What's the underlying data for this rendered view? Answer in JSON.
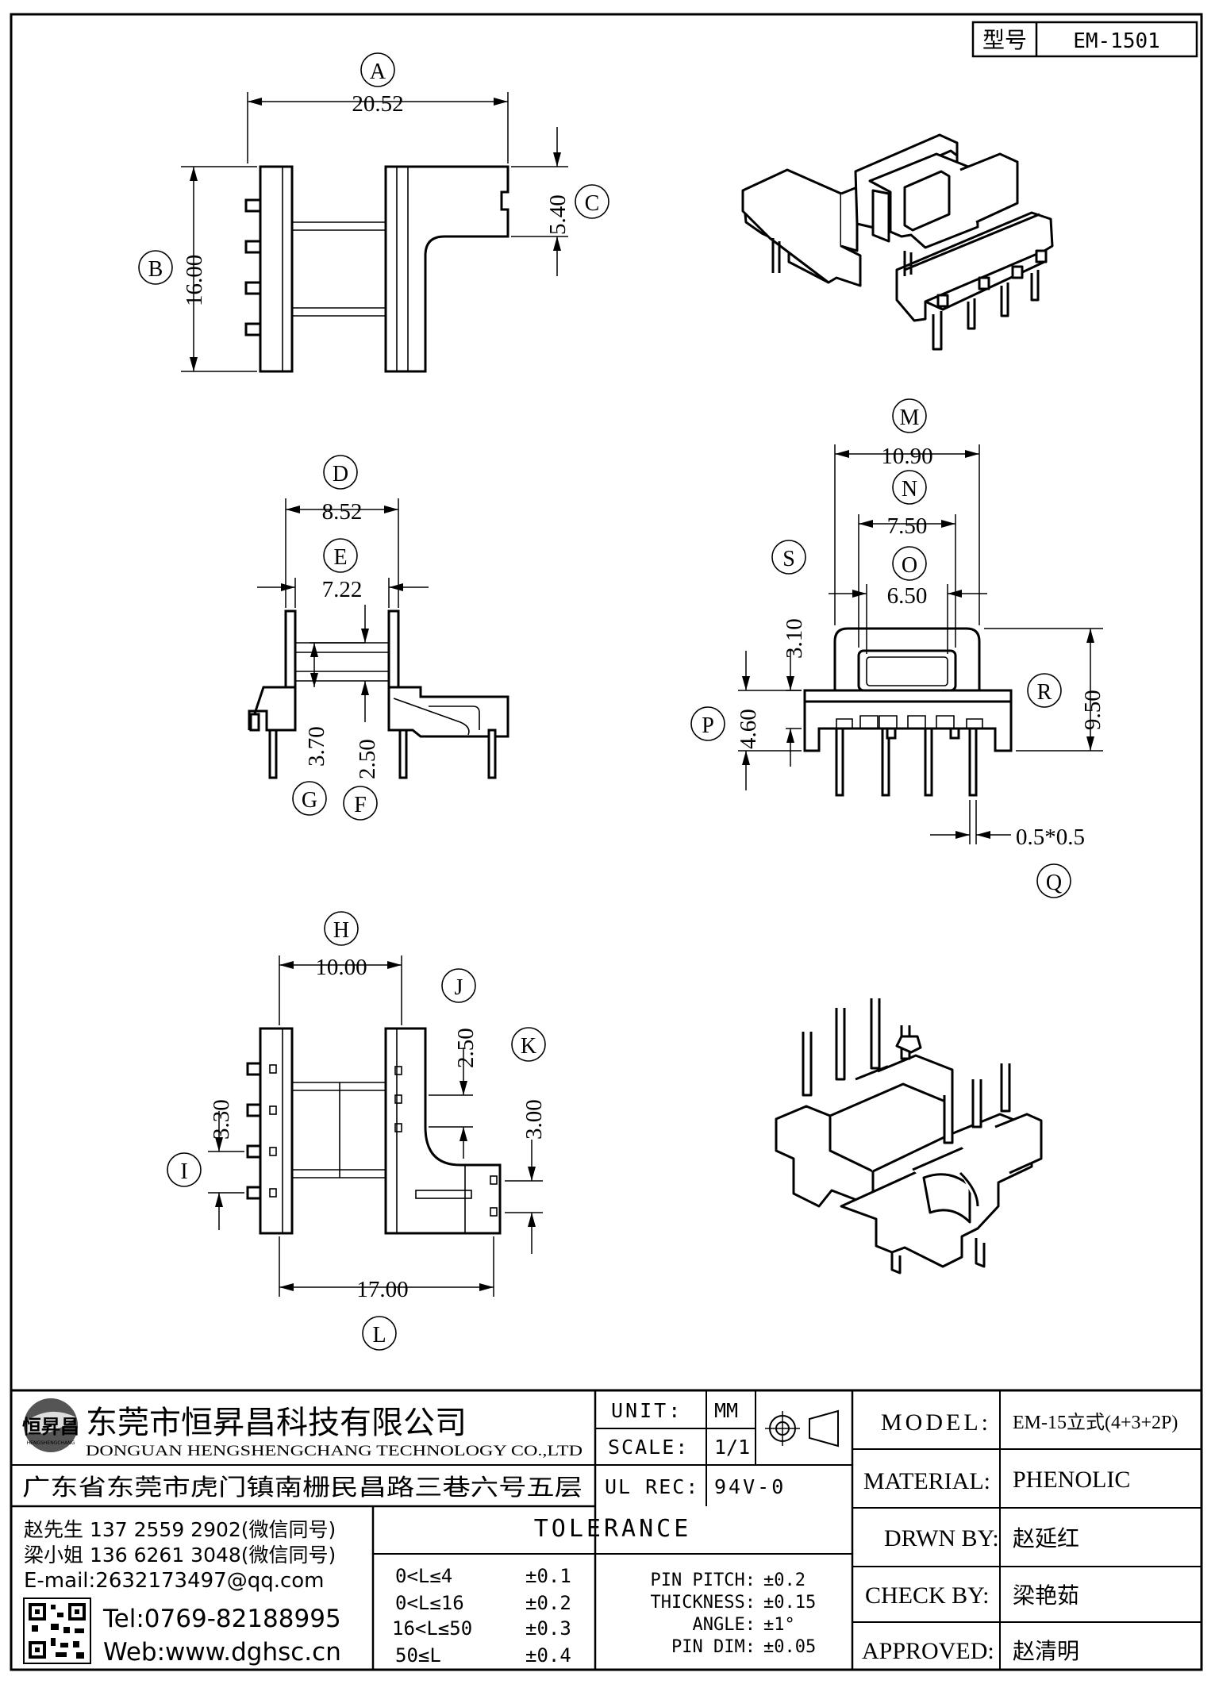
{
  "header": {
    "model_label": "型号",
    "model_value": "EM-1501"
  },
  "dimensions": {
    "A": {
      "letter": "A",
      "value": "20.52"
    },
    "B": {
      "letter": "B",
      "value": "16.00"
    },
    "C": {
      "letter": "C",
      "value": "5.40"
    },
    "D": {
      "letter": "D",
      "value": "8.52"
    },
    "E": {
      "letter": "E",
      "value": "7.22"
    },
    "F": {
      "letter": "F",
      "value": "2.50"
    },
    "G": {
      "letter": "G",
      "value": "3.70"
    },
    "H": {
      "letter": "H",
      "value": "10.00"
    },
    "I": {
      "letter": "I",
      "value": "3.30"
    },
    "J": {
      "letter": "J",
      "value": "2.50"
    },
    "K": {
      "letter": "K",
      "value": "3.00"
    },
    "L": {
      "letter": "L",
      "value": "17.00"
    },
    "M": {
      "letter": "M",
      "value": "10.90"
    },
    "N": {
      "letter": "N",
      "value": "7.50"
    },
    "O": {
      "letter": "O",
      "value": "6.50"
    },
    "P": {
      "letter": "P",
      "value": "4.60"
    },
    "Q": {
      "letter": "Q",
      "value": "0.5*0.5"
    },
    "R": {
      "letter": "R",
      "value": "9.50"
    },
    "S": {
      "letter": "S",
      "value": "3.10"
    }
  },
  "company": {
    "name_cn": "东莞市恒昇昌科技有限公司",
    "name_en": "DONGUAN HENGSHENGCHANG TECHNOLOGY CO.,LTD",
    "address": "广东省东莞市虎门镇南栅民昌路三巷六号五层",
    "logo_text": "恒昇昌",
    "logo_sub": "HENGSHENGCHANG"
  },
  "contacts": {
    "contact1": "赵先生 137 2559 2902(微信同号)",
    "contact2": "梁小姐 136 6261 3048(微信同号)",
    "email": "E-mail:2632173497@qq.com",
    "tel": "Tel:0769-82188995",
    "web": "Web:www.dghsc.cn"
  },
  "spec": {
    "unit_label": "UNIT:",
    "unit_value": "MM",
    "scale_label": "SCALE:",
    "scale_value": "1/1",
    "ulrec_label": "UL REC:",
    "ulrec_value": "94V-0"
  },
  "tolerance": {
    "title": "TOLERANCE",
    "rows": [
      {
        "range": "0<L≤4",
        "value": "±0.1"
      },
      {
        "range": "0<L≤16",
        "value": "±0.2"
      },
      {
        "range": "16<L≤50",
        "value": "±0.3"
      },
      {
        "range": "50≤L",
        "value": "±0.4"
      }
    ],
    "extra": [
      {
        "label": "PIN PITCH:",
        "value": "±0.2"
      },
      {
        "label": "THICKNESS:",
        "value": "±0.15"
      },
      {
        "label": "ANGLE:",
        "value": "±1°"
      },
      {
        "label": "PIN DIM:",
        "value": "±0.05"
      }
    ]
  },
  "title_block": {
    "model_label": "MODEL:",
    "model_value": "EM-15立式(4+3+2P)",
    "material_label": "MATERIAL:",
    "material_value": "PHENOLIC",
    "drwn_label": "DRWN BY:",
    "drwn_value": "赵延红",
    "check_label": "CHECK BY:",
    "check_value": "梁艳茹",
    "approved_label": "APPROVED:",
    "approved_value": "赵清明"
  }
}
